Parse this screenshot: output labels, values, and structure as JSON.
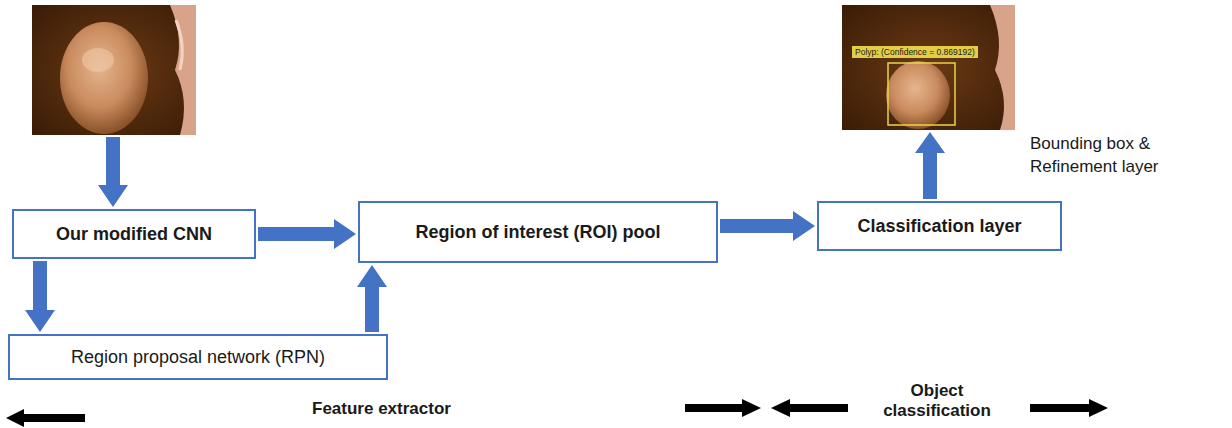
{
  "diagram": {
    "nodes": [
      {
        "text": [
          "Our modified CNN"
        ]
      },
      {
        "text": [
          "Region of interest (ROI) pool"
        ]
      },
      {
        "text": [
          "Classification layer"
        ]
      },
      {
        "text": [
          "Region proposal network (RPN)"
        ]
      }
    ],
    "edges": [
      {
        "from": 0,
        "to": 1,
        "arrow": "to"
      },
      {
        "from": 0,
        "to": 3,
        "arrow": "to"
      },
      {
        "from": 3,
        "to": 1,
        "arrow": "to"
      },
      {
        "from": 1,
        "to": 2,
        "arrow": "to"
      }
    ],
    "labels": [
      "Polyp: (Confidence = 0.869192)",
      "Bounding box & Refinement layer",
      "Feature extractor",
      "Object classification"
    ]
  }
}
